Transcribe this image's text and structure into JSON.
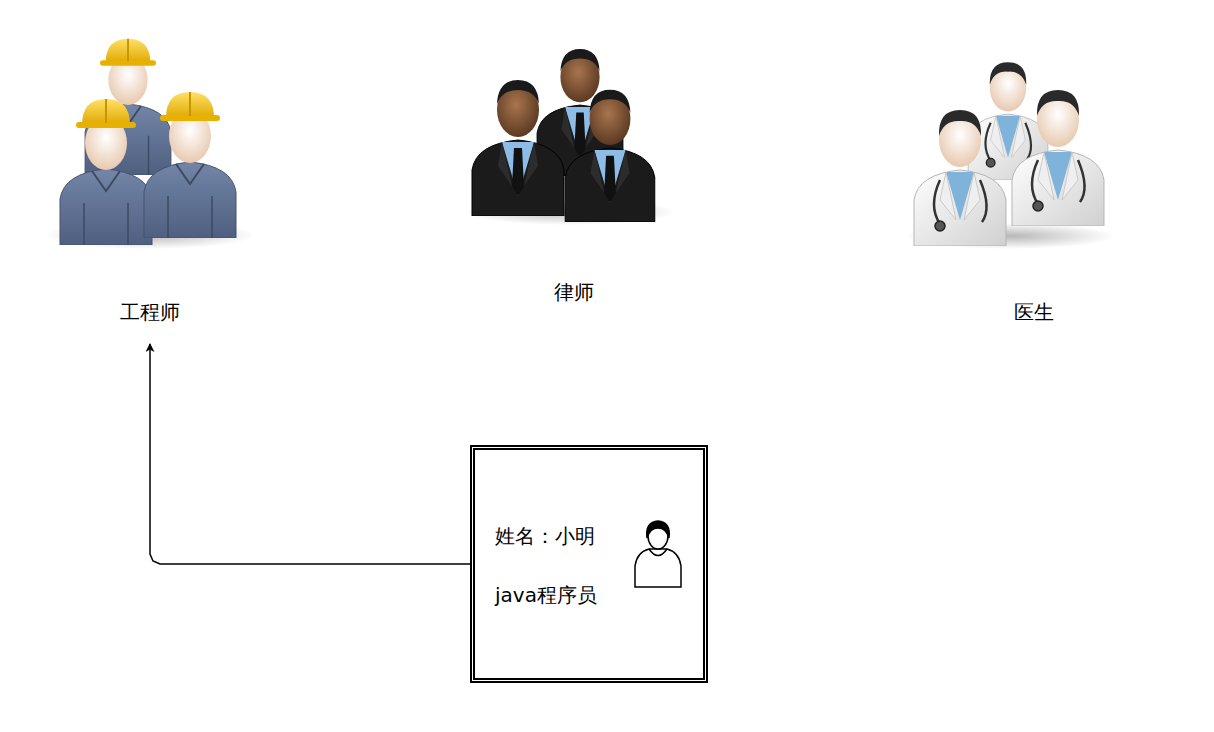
{
  "diagram": {
    "nodes": [
      {
        "text": [
          "工程师"
        ]
      },
      {
        "text": [
          "律师"
        ]
      },
      {
        "text": [
          "医生"
        ]
      },
      {
        "text": [
          "姓名：小明",
          "java程序员"
        ]
      }
    ],
    "edges": [
      {
        "from": 3,
        "to": 0,
        "arrow": "to"
      }
    ]
  }
}
